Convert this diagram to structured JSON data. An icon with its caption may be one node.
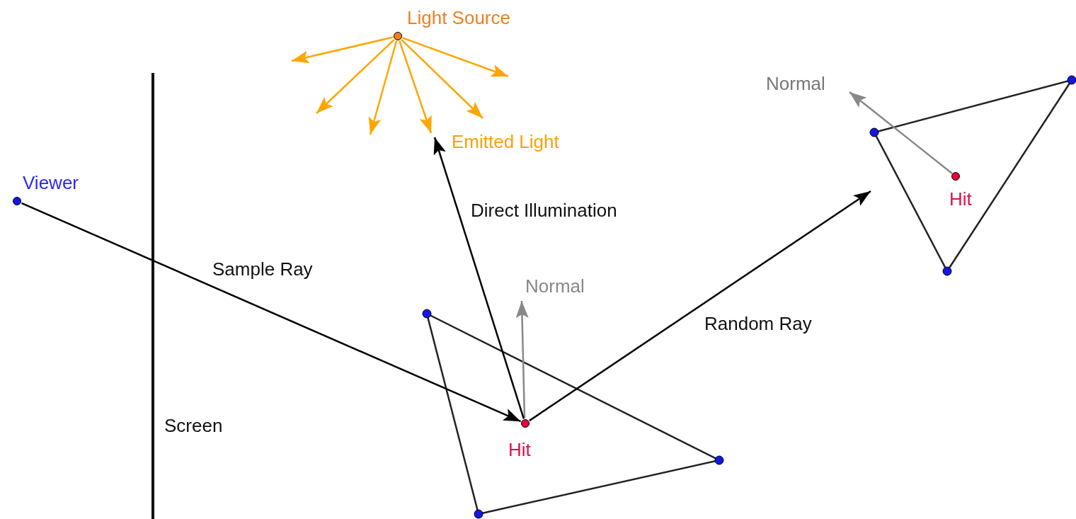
{
  "diagram": {
    "nodes": [
      {
        "text": [
          "Light Source"
        ]
      },
      {
        "text": [
          "Emitted Light"
        ]
      },
      {
        "text": [
          "Viewer"
        ]
      },
      {
        "text": [
          "Hit"
        ]
      },
      {
        "text": [
          "Hit"
        ]
      }
    ],
    "edges": [
      {
        "from": 0,
        "to": null,
        "arrow": "to",
        "color": "#ffa500"
      },
      {
        "from": 0,
        "to": null,
        "arrow": "to",
        "color": "#ffa500"
      },
      {
        "from": 0,
        "to": null,
        "arrow": "to",
        "color": "#ffa500"
      },
      {
        "from": 0,
        "to": 1,
        "arrow": "to",
        "color": "#ffa500"
      },
      {
        "from": 0,
        "to": 1,
        "arrow": "to",
        "color": "#ffa500"
      },
      {
        "from": 0,
        "to": null,
        "arrow": "to",
        "color": "#ffa500"
      },
      {
        "from": 2,
        "to": 4,
        "arrow": "to",
        "label": "Sample Ray",
        "color": "#000000"
      },
      {
        "from": 4,
        "to": 1,
        "arrow": "to",
        "label": "Direct Illumination",
        "color": "#000000"
      },
      {
        "from": 4,
        "to": 3,
        "arrow": "to",
        "label": "Random Ray",
        "color": "#000000"
      }
    ],
    "labels": [
      "Normal",
      "Normal",
      "Screen"
    ]
  }
}
